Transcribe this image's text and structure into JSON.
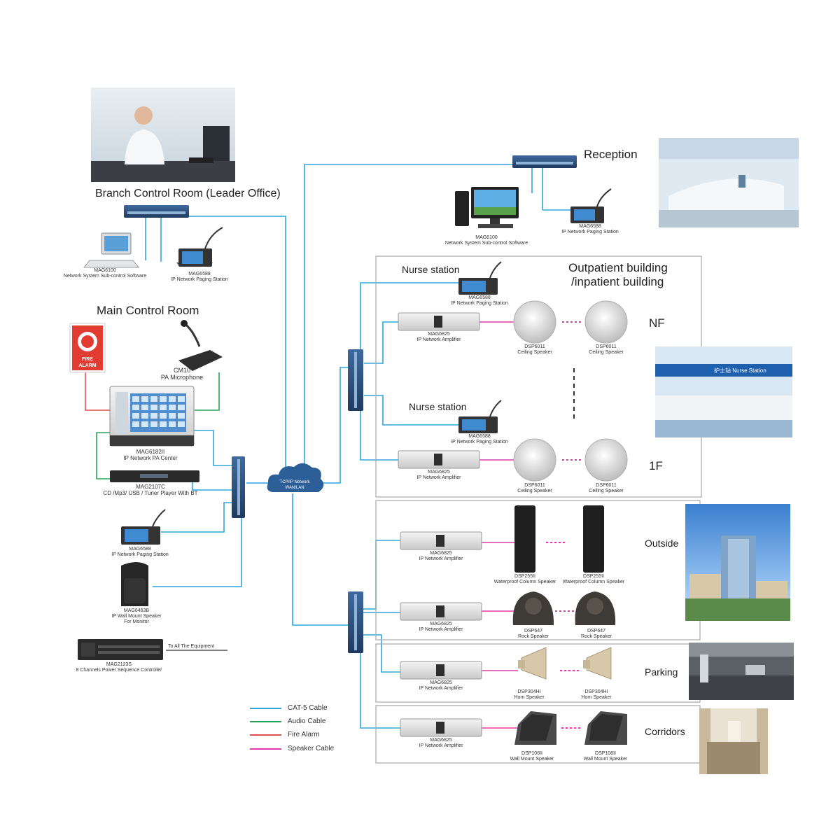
{
  "colors": {
    "cat5": "#2fa6dc",
    "audio": "#2aa35a",
    "fire": "#e0504a",
    "speaker": "#e23aa6",
    "switch": "#2c4f7c",
    "box": "#aaaaaa"
  },
  "rooms": {
    "branch": "Branch Control Room (Leader Office)",
    "main": "Main Control Room",
    "reception": "Reception",
    "building": "Outpatient building",
    "building2": "/inpatient building",
    "nf": "NF",
    "f1": "1F",
    "outside": "Outside",
    "parking": "Parking",
    "corridors": "Corridors",
    "nurse1": "Nurse station",
    "nurse2": "Nurse station"
  },
  "cloud": {
    "line1": "TCP/IP Network",
    "line2": "WAN/LAN"
  },
  "fire_alarm": {
    "line1": "FIRE",
    "line2": "ALARM"
  },
  "devices": {
    "branch_pc_model": "MAG6100",
    "branch_pc_desc": "Network System Sub-control Software",
    "branch_paging_model": "MAG6588",
    "branch_paging_desc": "IP Network Paging Station",
    "rec_pc_model": "MAG6100",
    "rec_pc_desc": "Network System Sub-control Software",
    "rec_paging_model": "MAG6588",
    "rec_paging_desc": "IP Network Paging Station",
    "cm10_model": "CM10",
    "cm10_desc": "PA Microphone",
    "pa_center_model": "MAG6182II",
    "pa_center_desc": "IP Network PA Center",
    "player_model": "MAG2107C",
    "player_desc": "CD /Mp3/ USB / Tuner Player  With BT",
    "main_paging_model": "MAG6588",
    "main_paging_desc": "IP Network Paging Station",
    "monitor_model": "MAG6463B",
    "monitor_desc": "IP  Wall Mount Speaker",
    "monitor_desc2": "For Monitor",
    "seq_model": "MAG2123S",
    "seq_desc": "8 Channels Power Sequence Controller",
    "seq_note": "To All The Equipment",
    "nurse1_model": "MAG6588",
    "nurse1_desc": "IP Network Paging Station",
    "nurse2_model": "MAG6588",
    "nurse2_desc": "IP Network Paging Station",
    "amp_nf_model": "MAG6825",
    "amp_nf_desc": "IP Network Amplifier",
    "amp_1f_model": "MAG6825",
    "amp_1f_desc": "IP Network Amplifier",
    "amp_out1_model": "MAG6825",
    "amp_out1_desc": "IP Network Amplifier",
    "amp_out2_model": "MAG6825",
    "amp_out2_desc": "IP Network Amplifier",
    "amp_park_model": "MAG6825",
    "amp_park_desc": "IP Network Amplifier",
    "amp_corr_model": "MAG6825",
    "amp_corr_desc": "IP Network Amplifier",
    "ceil_a_model": "DSP6011",
    "ceil_a_desc": "Ceiling Speaker",
    "ceil_b_model": "DSP6011",
    "ceil_b_desc": "Ceiling Speaker",
    "ceil_c_model": "DSP6011",
    "ceil_c_desc": "Ceiling Speaker",
    "ceil_d_model": "DSP6011",
    "ceil_d_desc": "Ceiling Speaker",
    "col_a_model": "DSP255II",
    "col_a_desc": "Waterproof Column Speaker",
    "col_b_model": "DSP255II",
    "col_b_desc": "Waterproof Column Speaker",
    "rock_a_model": "DSP647",
    "rock_a_desc": "Rock Speaker",
    "rock_b_model": "DSP647",
    "rock_b_desc": "Rock  Speaker",
    "horn_a_model": "DSP304HI",
    "horn_a_desc": "Horn Speaker",
    "horn_b_model": "DSP304HI",
    "horn_b_desc": "Horn Speaker",
    "wall_a_model": "DSP106II",
    "wall_a_desc": "Wall Mount Speaker",
    "wall_b_model": "DSP106II",
    "wall_b_desc": "Wall Mount Speaker"
  },
  "photo_text": {
    "nurse_sign": "护士站 Nurse Station"
  },
  "legend": [
    {
      "label": "CAT-5 Cable",
      "color": "#2fa6dc"
    },
    {
      "label": "Audio Cable",
      "color": "#2aa35a"
    },
    {
      "label": "Fire Alarm",
      "color": "#e0504a"
    },
    {
      "label": "Speaker Cable",
      "color": "#e23aa6"
    }
  ]
}
